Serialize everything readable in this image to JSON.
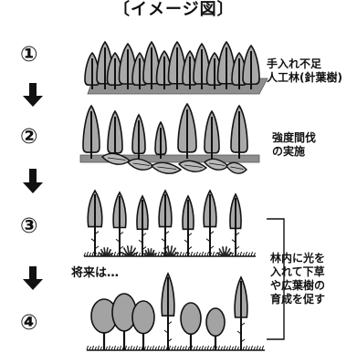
{
  "title": "〔イメージ図〕",
  "steps": [
    {
      "marker": "①",
      "caption_lines": [
        "手入れ不足",
        "人工林(針葉樹)"
      ]
    },
    {
      "marker": "②",
      "caption_lines": [
        "強度間伐",
        "の実施"
      ]
    },
    {
      "marker": "③",
      "caption_lines": []
    },
    {
      "marker": "④",
      "caption_lines": []
    }
  ],
  "bracket_caption_lines": [
    "林内に光を",
    "入れて下草",
    "や広葉樹の",
    "育成を促す"
  ],
  "future_label": "将来は…",
  "colors": {
    "conifer": "#a9a9a9",
    "broadleaf": "#a3a3a3",
    "trunk": "#111111",
    "ground_band": "#8e8e8e",
    "log": "#b9b9b9",
    "grass": "#222222",
    "arrow": "#111111",
    "text": "#111111"
  },
  "icons": {
    "arrow": "down-arrow-icon",
    "conifer": "conifer-tree-icon",
    "broadleaf": "broadleaf-tree-icon",
    "log": "felled-log-icon",
    "grass": "undergrowth-grass-icon"
  }
}
